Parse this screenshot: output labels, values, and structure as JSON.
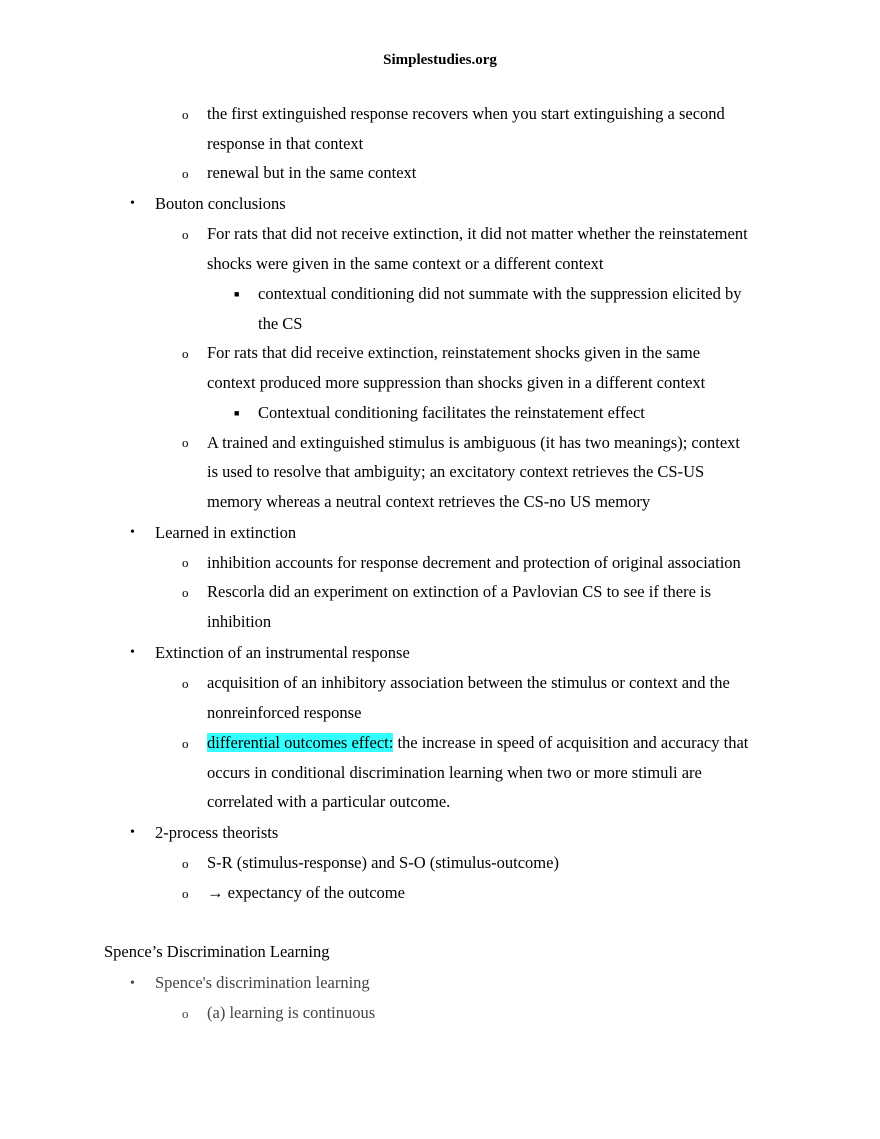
{
  "header": "Simplestudies.org",
  "bullets": {
    "l1": "•",
    "l2": "o",
    "l3": "■",
    "arrow": "→"
  },
  "lines": {
    "a1": "the first extinguished response recovers when you start extinguishing a second",
    "a2": "response in that context",
    "b1": "renewal but in the same context",
    "c1": "Bouton conclusions",
    "d1": "For rats that did not receive extinction, it did not matter whether the reinstatement",
    "d2": "shocks were given in the same context or a different context",
    "e1": "contextual conditioning did not summate with the suppression elicited by",
    "e2": "the CS",
    "f1": "For rats that did receive extinction, reinstatement shocks given in the same",
    "f2": "context produced more suppression than shocks given in a different context",
    "g1": "Contextual conditioning facilitates the reinstatement effect",
    "h1": "A trained and extinguished stimulus is ambiguous (it has two meanings); context",
    "h2": "is used to resolve that ambiguity; an excitatory context retrieves the CS-US",
    "h3": "memory whereas a neutral context retrieves the CS-no US memory",
    "i1": "Learned in extinction",
    "j1": "inhibition accounts for response decrement and protection of original association",
    "k1": "Rescorla did an experiment on extinction of a Pavlovian CS to see if there is",
    "k2": "inhibition",
    "l1": "Extinction of an instrumental response",
    "m1": "acquisition of an inhibitory association between the stimulus or context and the",
    "m2": "nonreinforced response",
    "n1_hl": "differential outcomes effect:",
    "n1_rest": " the increase in speed of acquisition and accuracy that",
    "n2": "occurs in conditional discrimination learning when two or more stimuli are",
    "n3": "correlated with a particular outcome.",
    "o1": "2-process theorists",
    "p1": "S-R (stimulus-response) and S-O (stimulus-outcome)",
    "q1": " expectancy of the outcome",
    "r1": "Spence’s Discrimination Learning",
    "s1": "Spence's discrimination learning",
    "t1": "(a) learning is continuous"
  },
  "colors": {
    "highlight": "#33ffff"
  }
}
